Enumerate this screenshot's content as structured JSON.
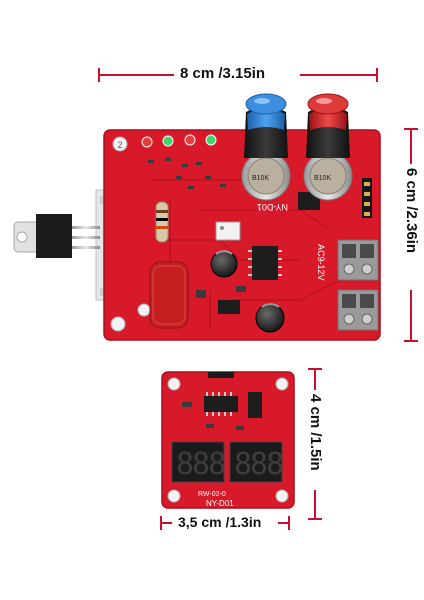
{
  "dimensions": {
    "main_width": "8 cm /3.15in",
    "main_height": "6 cm /2.36in",
    "small_height": "4 cm /1.5in",
    "small_width": "3,5 cm /1.3in"
  },
  "board_markings": {
    "main_model": "NY-D01",
    "main_voltage": "AC9-12V",
    "pot_label_left": "B10K",
    "pot_label_right": "B10K",
    "small_model": "NY-D01",
    "small_code": "RW-02-0"
  },
  "colors": {
    "dimension_line": "#c8102e",
    "pcb_red": "#d7192a",
    "knob_blue": "#2f7fd0",
    "knob_red": "#d42a30"
  }
}
